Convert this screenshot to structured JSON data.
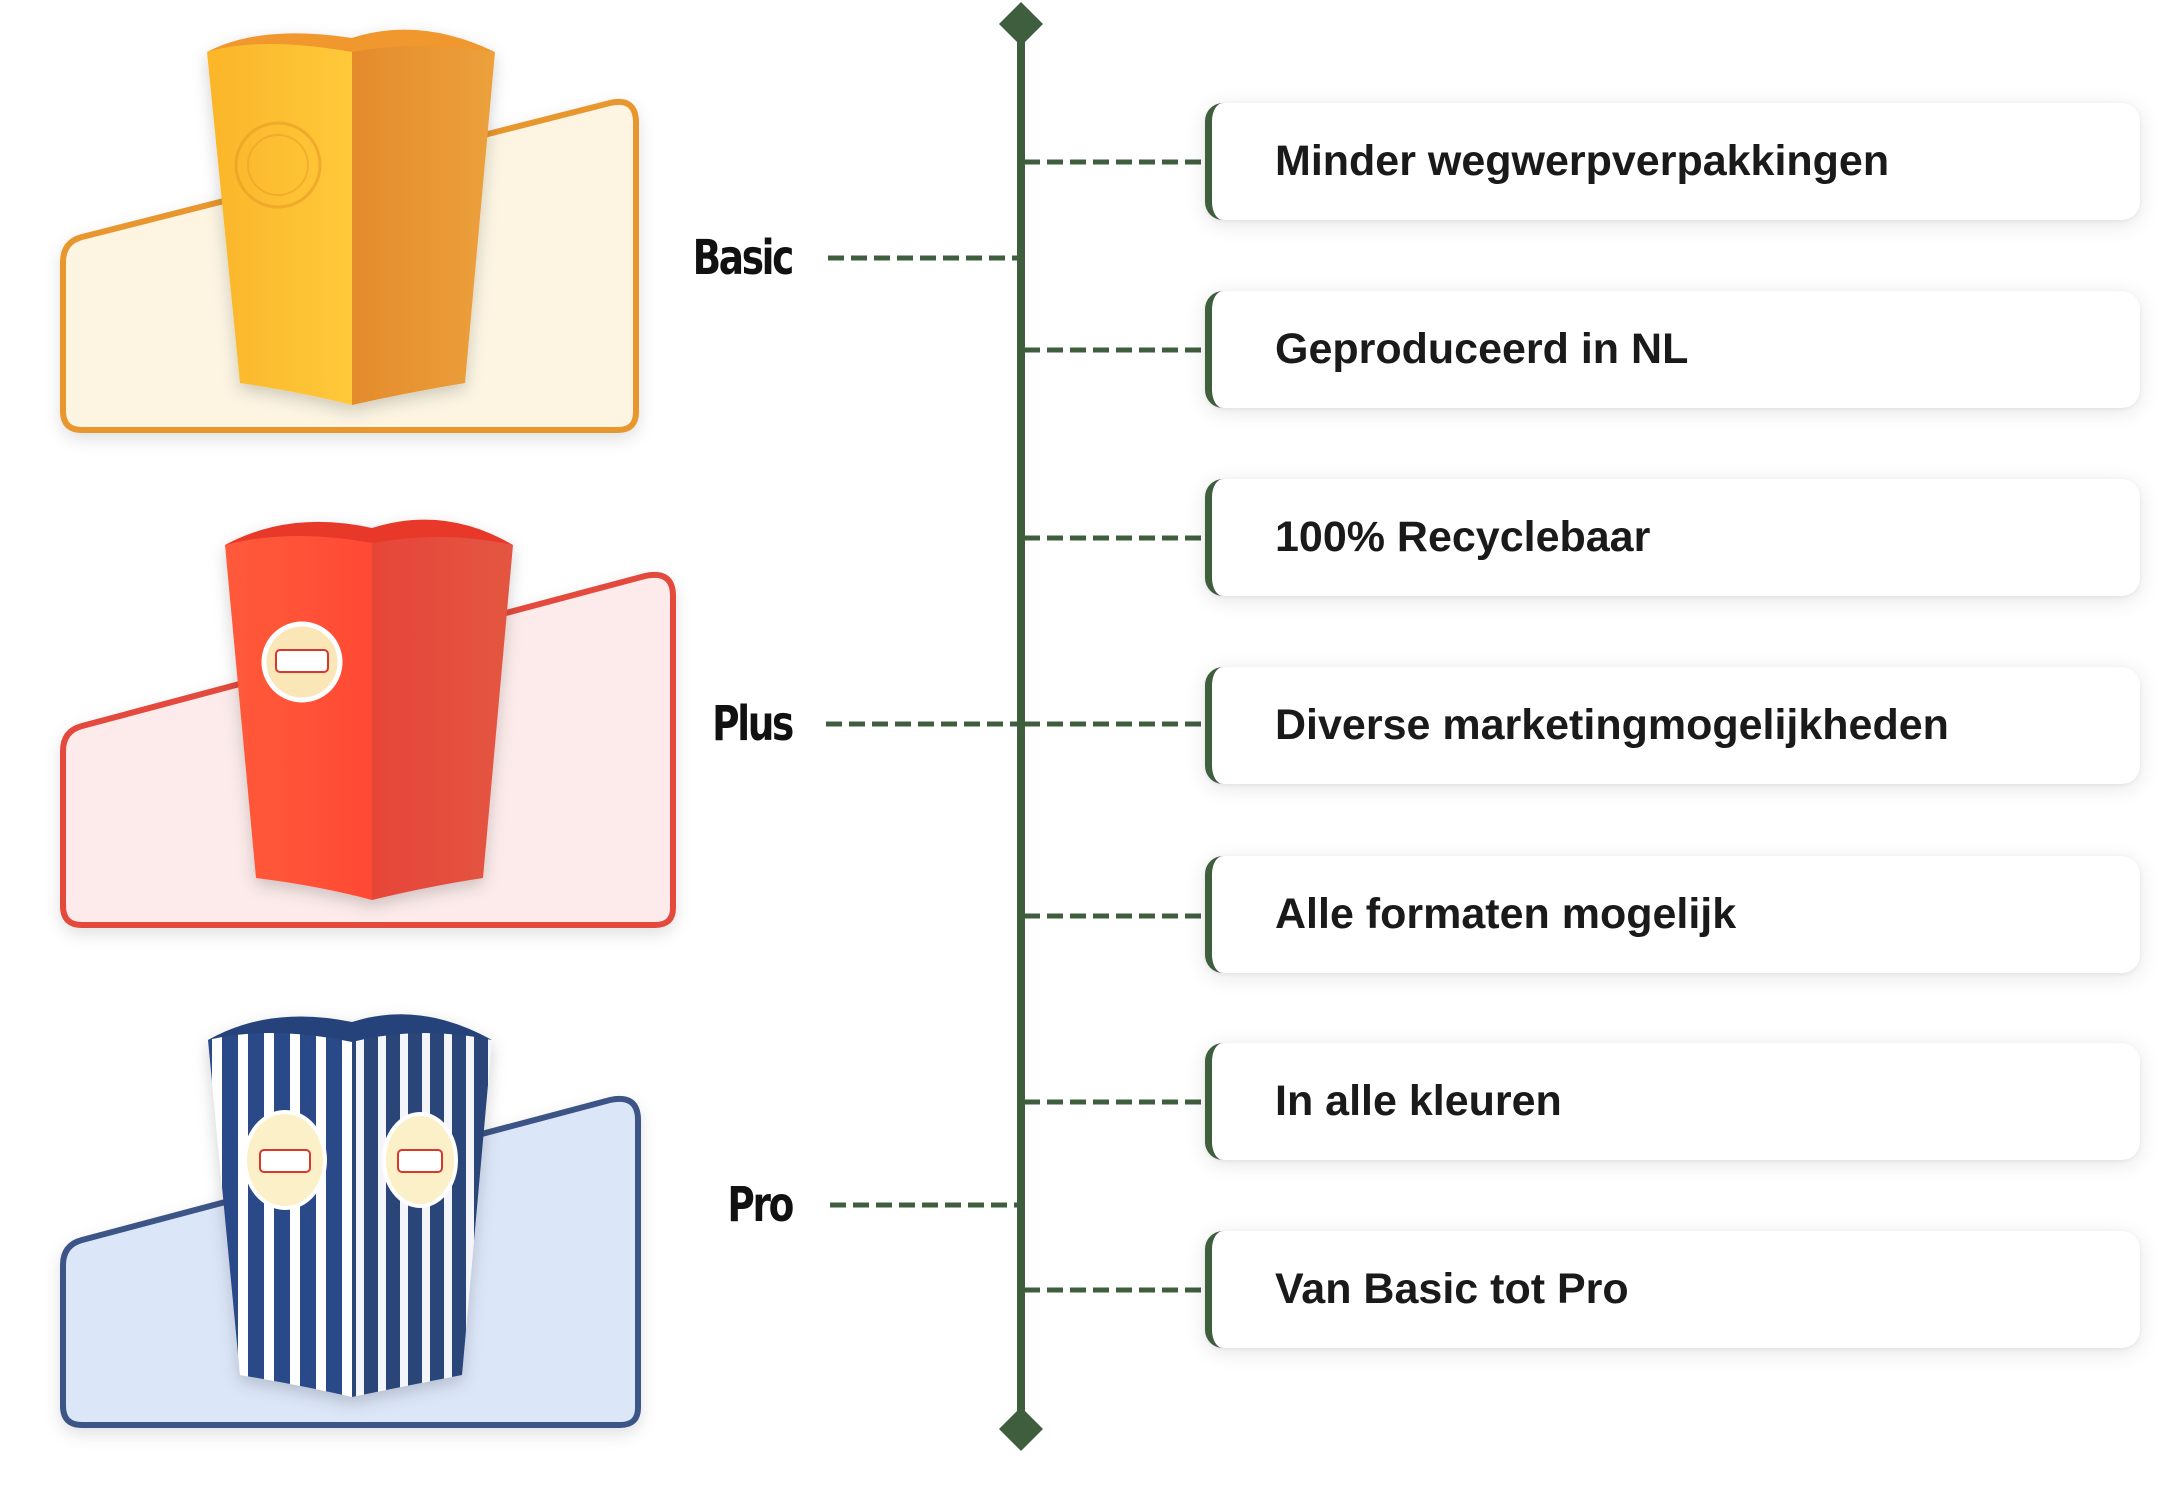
{
  "tiers": [
    {
      "label": "Basic",
      "card_border": "#e8962f",
      "card_fill": "#fdf5e2",
      "box_color": "#f6b22b"
    },
    {
      "label": "Plus",
      "card_border": "#e34a3c",
      "card_fill": "#fcebea",
      "box_color": "#f44a36"
    },
    {
      "label": "Pro",
      "card_border": "#3d5586",
      "card_fill": "#dbe6f8",
      "box_color": "#2c4b86"
    }
  ],
  "features": [
    "Minder wegwerpverpakkingen",
    "Geproduceerd in NL",
    "100% Recyclebaar",
    "Diverse marketingmogelijkheden",
    "Alle formaten mogelijk",
    "In alle kleuren",
    "Van Basic tot Pro"
  ],
  "colors": {
    "timeline": "#3f5e3e",
    "text": "#1a1a1a"
  },
  "icons": {
    "timeline_cap": "diamond-icon",
    "box": "popcorn-box-icon"
  }
}
